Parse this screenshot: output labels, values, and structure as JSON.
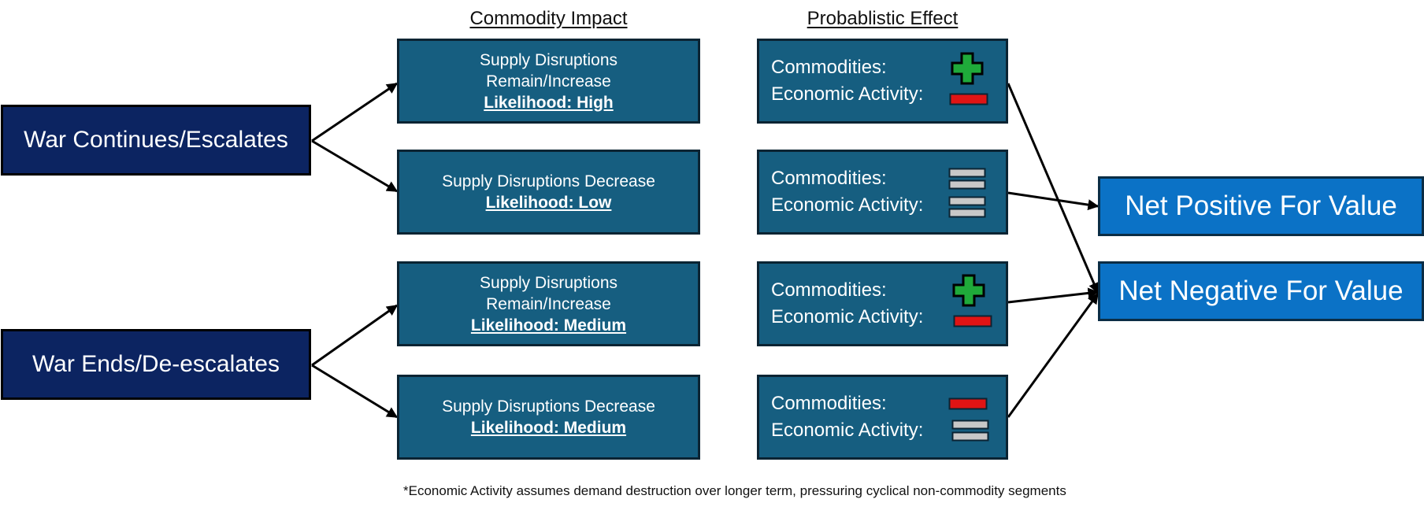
{
  "headers": {
    "commodity_impact": "Commodity Impact",
    "probabilistic_effect": "Probablistic Effect"
  },
  "scenarios": [
    {
      "label": "War Continues/Escalates"
    },
    {
      "label": "War Ends/De-escalates"
    }
  ],
  "impacts": [
    {
      "lines": [
        "Supply Disruptions",
        "Remain/Increase"
      ],
      "likelihood": "Likelihood: High"
    },
    {
      "lines": [
        "Supply Disruptions Decrease"
      ],
      "likelihood": "Likelihood: Low"
    },
    {
      "lines": [
        "Supply Disruptions",
        "Remain/Increase"
      ],
      "likelihood": "Likelihood: Medium"
    },
    {
      "lines": [
        "Supply Disruptions Decrease"
      ],
      "likelihood": "Likelihood: Medium"
    }
  ],
  "effect_labels": {
    "commodities": "Commodities:",
    "economic_activity": "Economic Activity:"
  },
  "effects": [
    {
      "commodities": "plus",
      "economic_activity": "minus"
    },
    {
      "commodities": "equal",
      "economic_activity": "equal"
    },
    {
      "commodities": "plus",
      "economic_activity": "minus"
    },
    {
      "commodities": "minus",
      "economic_activity": "equal"
    }
  ],
  "outcomes": [
    {
      "label": "Net Positive For Value"
    },
    {
      "label": "Net Negative For Value"
    }
  ],
  "footnote": "*Economic Activity assumes demand destruction over longer term, pressuring cyclical non-commodity segments",
  "colors": {
    "scenario_fill": "#0c2461",
    "box_fill": "#165e80",
    "outcome_fill": "#0b72c6",
    "plus_symbol": "#1faa3a",
    "minus_symbol": "#e01414",
    "equal_symbol": "#c8c8c8"
  },
  "symbol_icons": {
    "plus": "plus-icon",
    "minus": "minus-icon",
    "equal": "equal-icon"
  }
}
